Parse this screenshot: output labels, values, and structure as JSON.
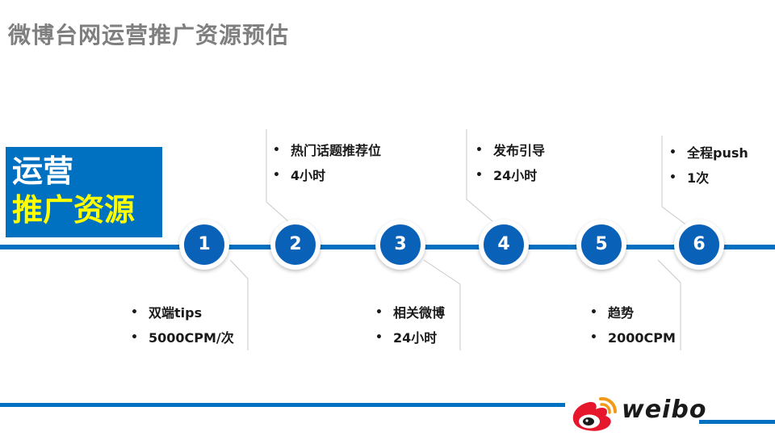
{
  "title": "微博台网运营推广资源预估",
  "badge": {
    "line1": "运营",
    "line2": "推广资源"
  },
  "nodes": [
    "1",
    "2",
    "3",
    "4",
    "5",
    "6"
  ],
  "resources": {
    "r1": [
      "双端tips",
      "5000CPM/次"
    ],
    "r2": [
      "热门话题推荐位",
      "4小时"
    ],
    "r3": [
      "相关微博",
      "24小时"
    ],
    "r4": [
      "发布引导",
      "24小时"
    ],
    "r5": [
      "趋势",
      "2000CPM"
    ],
    "r6": [
      "全程push",
      "1次"
    ]
  },
  "bullet": "•",
  "logo": {
    "text": "weibo"
  },
  "colors": {
    "accent": "#0070c0",
    "node": "#0a62b8",
    "title": "#7f7f7f",
    "highlight": "#ffff00"
  }
}
